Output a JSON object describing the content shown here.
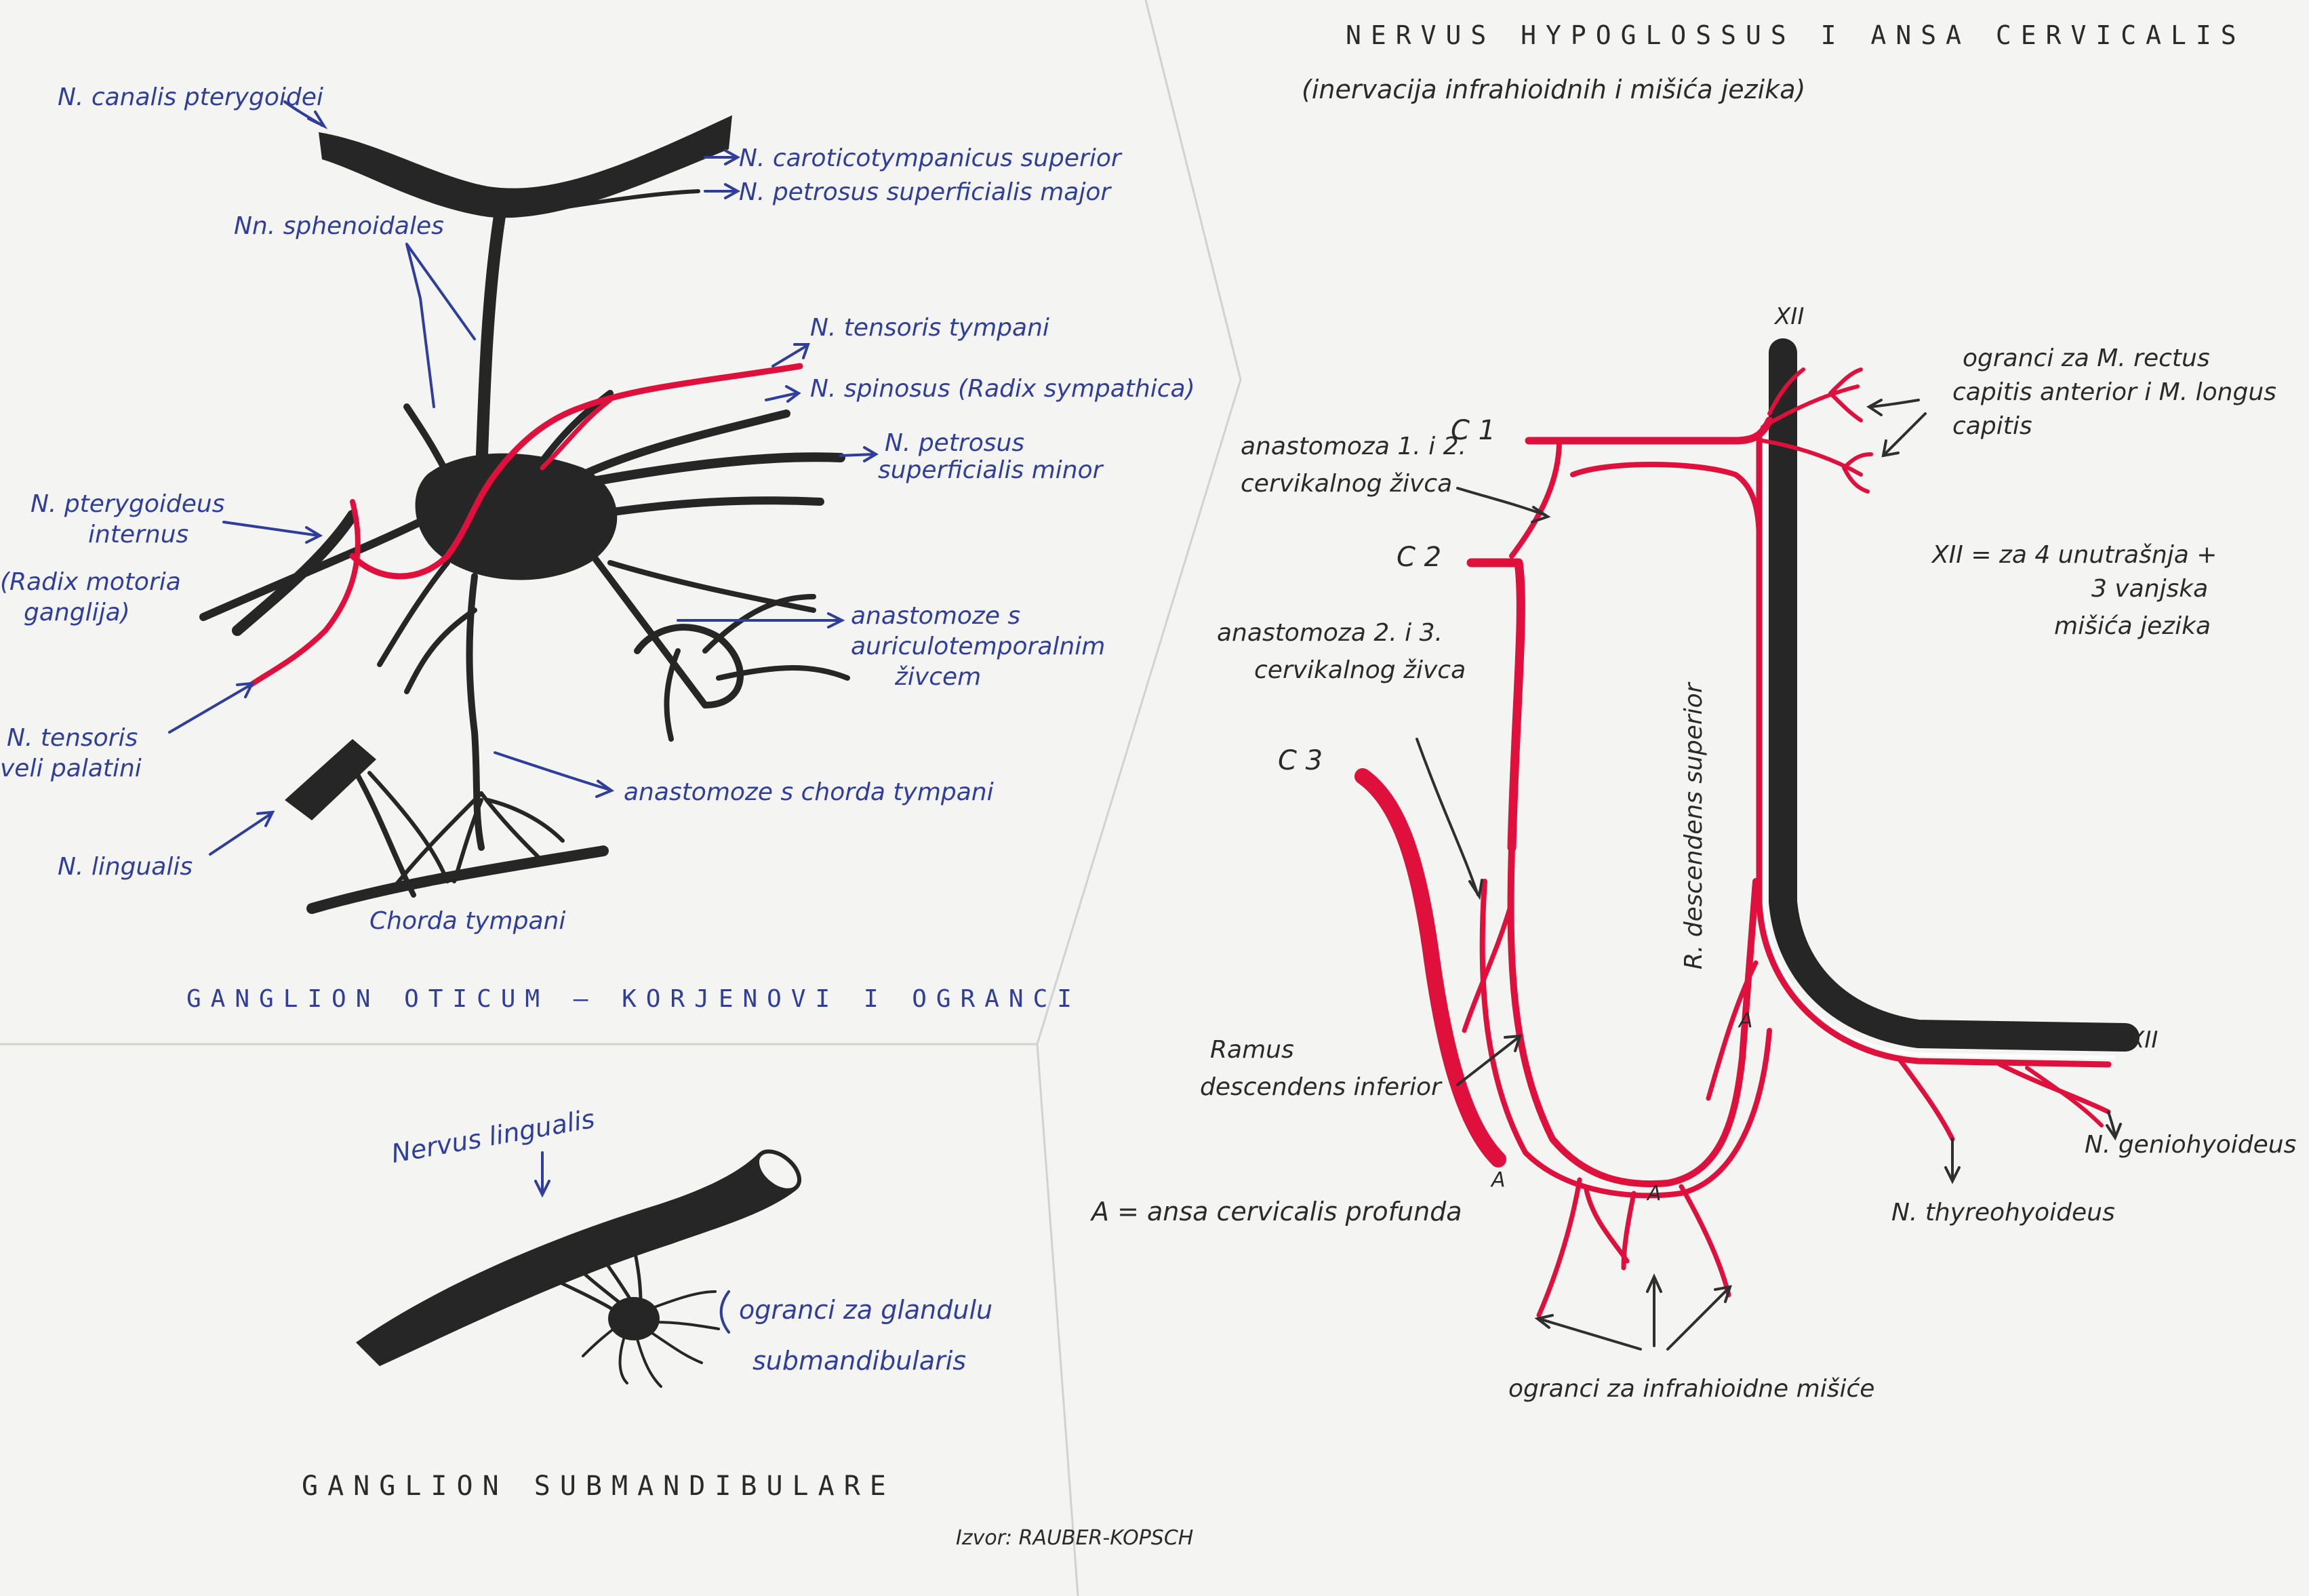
{
  "otic": {
    "title": "GANGLION OTICUM — KORJENOVI I OGRANCI",
    "labels": {
      "canalis_pterygoidei": "N. canalis pterygoidei",
      "caroticotympanicus": "N. caroticotympanicus superior",
      "petrosus_major": "N. petrosus superficialis major",
      "sphenoidales": "Nn. sphenoidales",
      "tensoris_tympani": "N. tensoris tympani",
      "spinosus": "N. spinosus (Radix sympathica)",
      "petrosus_minor_1": "N. petrosus",
      "petrosus_minor_2": "superficialis minor",
      "pterygoideus_1": "N. pterygoideus",
      "pterygoideus_2": "internus",
      "radix_motoria_1": "(Radix motoria",
      "radix_motoria_2": "ganglija)",
      "auriculotemporalis_1": "anastomoze s",
      "auriculotemporalis_2": "auriculotemporalnim",
      "auriculotemporalis_3": "živcem",
      "tensoris_veli_1": "N. tensoris",
      "tensoris_veli_2": "veli palatini",
      "chorda_anastomoze": "anastomoze s chorda tympani",
      "lingualis": "N. lingualis",
      "chorda_tympani": "Chorda tympani"
    }
  },
  "submandibulare": {
    "title": "GANGLION SUBMANDIBULARE",
    "labels": {
      "nervus_lingualis": "Nervus lingualis",
      "ogranci_1": "ogranci za glandulu",
      "ogranci_2": "submandibularis"
    }
  },
  "hypoglossus": {
    "title": "NERVUS HYPOGLOSSUS I ANSA CERVICALIS",
    "subtitle": "(inervacija infrahioidnih i mišića jezika)",
    "labels": {
      "xii_top": "XII",
      "xii_right": "XII",
      "c1": "C 1",
      "c2": "C 2",
      "c3": "C 3",
      "anastomoza_12_1": "anastomoza 1. i 2.",
      "anastomoza_12_2": "cervikalnog živca",
      "anastomoza_23_1": "anastomoza 2. i 3.",
      "anastomoza_23_2": "cervikalnog živca",
      "descendens_superior": "R. descendens superior",
      "rectus_1": "ogranci za M. rectus",
      "rectus_2": "capitis anterior i M. longus",
      "rectus_3": "capitis",
      "xii_note_1": "XII = za 4 unutrašnja +",
      "xii_note_2": "3 vanjska",
      "xii_note_3": "mišića jezika",
      "ramus_inf_1": "Ramus",
      "ramus_inf_2": "descendens inferior",
      "a_right": "A",
      "a_bottom_left": "A",
      "a_bottom_mid": "A",
      "a_legend": "A = ansa cervicalis profunda",
      "geniohyoideus": "N. geniohyoideus",
      "thyreohyoideus": "N. thyreohyoideus",
      "infrahioidne": "ogranci za infrahioidne mišiće"
    }
  },
  "source": "Izvor: RAUBER-KOPSCH",
  "colors": {
    "blue_ink": "#2e3e9a",
    "red_nerve": "#e0103c",
    "black_nerve": "#262626",
    "paper": "#f4f4f2"
  }
}
